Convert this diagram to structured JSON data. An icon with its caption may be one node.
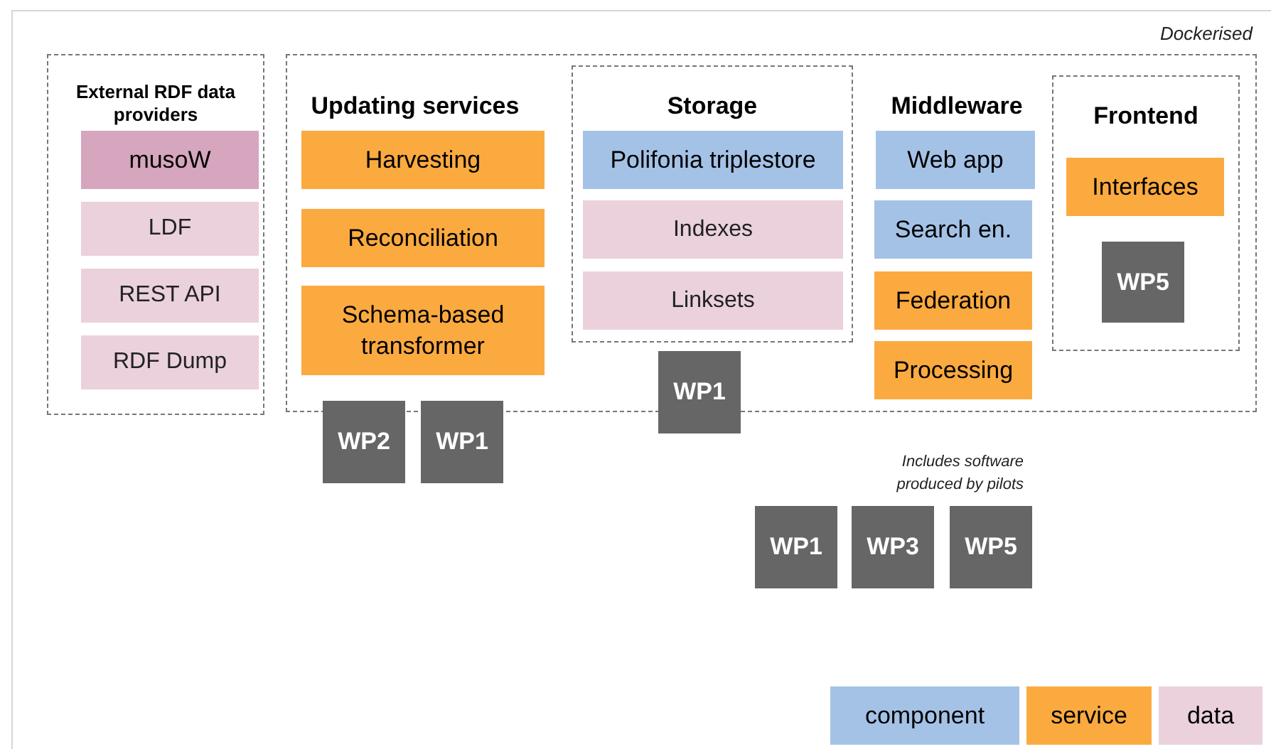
{
  "diagram": {
    "nodes": [
      {
        "text": [
          "External RDF data providers"
        ]
      },
      {
        "text": [
          "musoW"
        ],
        "in": 0
      },
      {
        "text": [
          "LDF"
        ],
        "in": 0
      },
      {
        "text": [
          "REST API"
        ],
        "in": 0
      },
      {
        "text": [
          "RDF Dump"
        ],
        "in": 0
      },
      {
        "text": [
          "Dockerised"
        ]
      },
      {
        "text": [
          "Harvesting"
        ],
        "in": 5
      },
      {
        "text": [
          "Reconciliation"
        ],
        "in": 5
      },
      {
        "text": [
          "Schema-based transformer"
        ],
        "in": 5
      },
      {
        "text": [
          "Storage"
        ],
        "in": 5
      },
      {
        "text": [
          "Polifonia triplestore"
        ],
        "in": 9
      },
      {
        "text": [
          "Indexes"
        ],
        "in": 9
      },
      {
        "text": [
          "Linksets"
        ],
        "in": 9
      },
      {
        "text": [
          "Web app"
        ],
        "in": 5
      },
      {
        "text": [
          "Search en."
        ],
        "in": 5
      },
      {
        "text": [
          "Federation"
        ],
        "in": 5
      },
      {
        "text": [
          "Processing"
        ],
        "in": 5
      },
      {
        "text": [
          "Frontend"
        ],
        "in": 5
      },
      {
        "text": [
          "Interfaces"
        ],
        "in": 17
      },
      {
        "text": [
          "WP5"
        ],
        "in": 17
      },
      {
        "text": [
          "WP2"
        ]
      },
      {
        "text": [
          "WP1"
        ]
      },
      {
        "text": [
          "WP1"
        ]
      },
      {
        "text": [
          "WP1"
        ]
      },
      {
        "text": [
          "WP3"
        ]
      },
      {
        "text": [
          "WP5"
        ]
      }
    ],
    "labels": [
      "Updating services",
      "Middleware",
      "Includes software produced by pilots"
    ],
    "legend": [
      {
        "text": "component",
        "color": "#a4c2e6"
      },
      {
        "text": "service",
        "color": "#fbaa40"
      },
      {
        "text": "data",
        "color": "#ead1dc"
      }
    ]
  }
}
